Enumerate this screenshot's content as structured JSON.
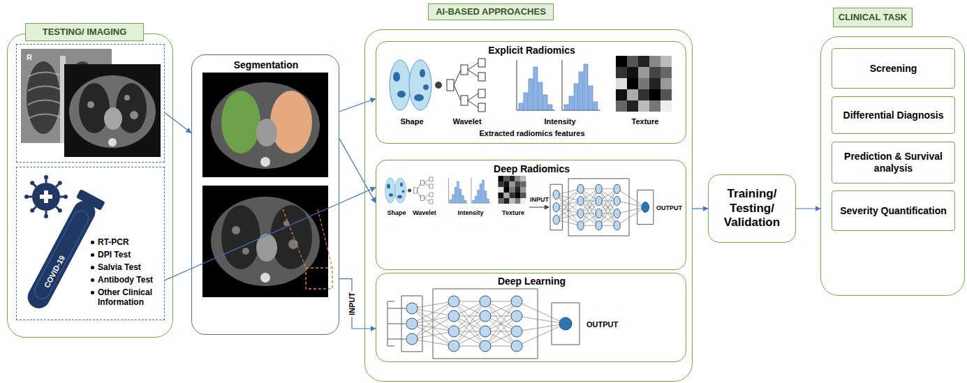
{
  "diagram": {
    "nodes": [
      {
        "text": [
          "TESTING/ IMAGING"
        ]
      },
      {
        "text": [
          "R"
        ],
        "in": 0
      },
      {
        "text": [
          "COVID-19",
          "RT-PCR",
          "DPI Test",
          "Salvia Test",
          "Antibody Test",
          "Other Clinical Information"
        ],
        "in": 0
      },
      {
        "text": [
          "Segmentation"
        ]
      },
      {
        "text": [
          "AI-BASED APPROACHES"
        ]
      },
      {
        "text": [
          "Explicit Radiomics",
          "Shape",
          "Wavelet",
          "Intensity",
          "Texture",
          "Extracted radiomics features"
        ],
        "in": 4
      },
      {
        "text": [
          "Deep Radiomics",
          "Shape",
          "Wavelet",
          "Intensity",
          "Texture",
          "INPUT",
          "OUTPUT"
        ],
        "in": 4
      },
      {
        "text": [
          "Deep Learning",
          "OUTPUT"
        ],
        "in": 4
      },
      {
        "text": [
          "Training/ Testing/ Validation"
        ]
      },
      {
        "text": [
          "CLINICAL TASK"
        ]
      },
      {
        "text": [
          "Screening"
        ],
        "in": 9
      },
      {
        "text": [
          "Differential Diagnosis"
        ],
        "in": 9
      },
      {
        "text": [
          "Prediction & Survival analysis"
        ],
        "in": 9
      },
      {
        "text": [
          "Severity Quantification"
        ],
        "in": 9
      }
    ],
    "edges": [
      {
        "from": 1,
        "to": 3,
        "arrow": "to"
      },
      {
        "from": 2,
        "to": 6,
        "arrow": "to"
      },
      {
        "from": 3,
        "to": 5,
        "arrow": "to"
      },
      {
        "from": 3,
        "to": 6,
        "arrow": "to"
      },
      {
        "from": 3,
        "to": 7,
        "arrow": "to",
        "label": "INPUT"
      },
      {
        "from": 4,
        "to": 8,
        "arrow": "to"
      },
      {
        "from": 8,
        "to": 9,
        "arrow": "to"
      }
    ]
  }
}
